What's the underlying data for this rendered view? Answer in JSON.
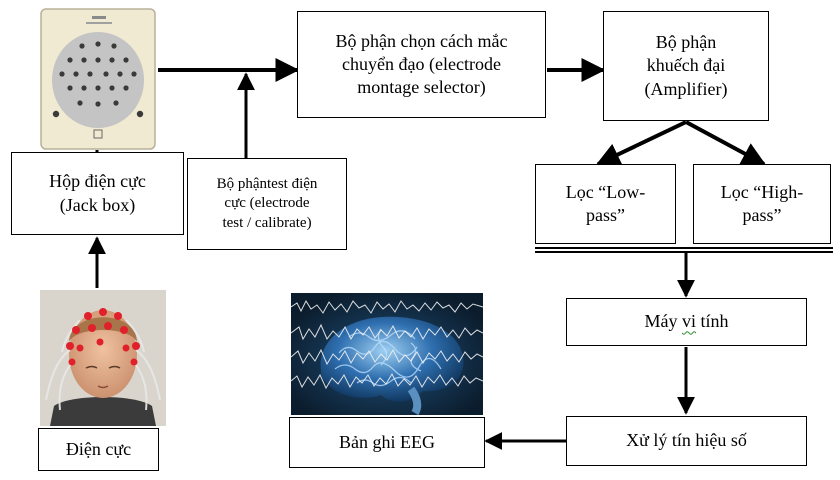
{
  "nodes": {
    "jack_box": {
      "line1": "Hộp điện cực",
      "line2": "(Jack box)"
    },
    "electrode_test": {
      "line1": "Bộ phậntest điện",
      "line2": "cực (electrode",
      "line3": "test / calibrate)"
    },
    "montage": {
      "line1": "Bộ phận chọn cách mắc",
      "line2": "chuyển đạo (electrode",
      "line3": "montage selector)"
    },
    "amplifier": {
      "line1": "Bộ phận",
      "line2": "khuếch đại",
      "line3": "(Amplifier)"
    },
    "lowpass": {
      "line1": "Lọc “Low-",
      "line2": "pass”"
    },
    "highpass": {
      "line1": "Lọc “High-",
      "line2": "pass”"
    },
    "computer": {
      "pre": "Máy ",
      "squiggle": "vi",
      "post": " tính"
    },
    "dsp": {
      "label": "Xử lý tín hiệu số"
    },
    "eeg_record": {
      "label": "Bản ghi EEG"
    },
    "electrode": {
      "label": "Điện cực"
    }
  },
  "colors": {
    "line": "#000000",
    "brain": "#2f6fb0",
    "panel": "#f1ead2"
  }
}
